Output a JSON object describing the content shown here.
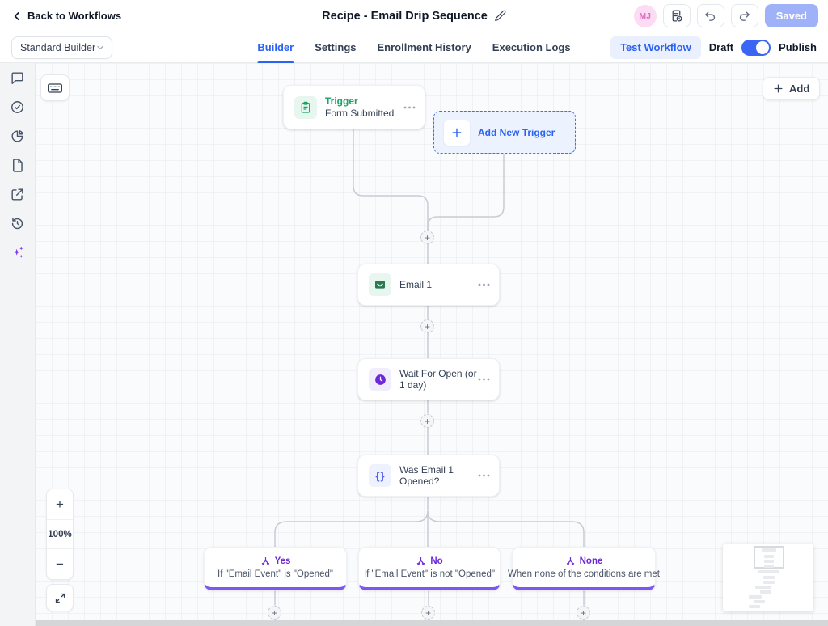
{
  "header": {
    "back_label": "Back to Workflows",
    "title": "Recipe - Email Drip Sequence",
    "avatar_initials": "MJ",
    "saved_label": "Saved"
  },
  "toolbar": {
    "builder_select_value": "Standard Builder",
    "tabs": [
      {
        "label": "Builder",
        "active": true
      },
      {
        "label": "Settings",
        "active": false
      },
      {
        "label": "Enrollment History",
        "active": false
      },
      {
        "label": "Execution Logs",
        "active": false
      }
    ],
    "test_workflow_label": "Test Workflow",
    "draft_label": "Draft",
    "publish_label": "Publish",
    "toggle_state": "on"
  },
  "canvas": {
    "add_button_label": "Add",
    "zoom_level": "100%",
    "zoom_in_label": "+",
    "zoom_out_label": "−",
    "nodes": {
      "trigger": {
        "category": "Trigger",
        "title": "Form Submitted"
      },
      "add_new_trigger_label": "Add New Trigger",
      "email": {
        "title": "Email 1"
      },
      "wait": {
        "title": "Wait For Open (or 1 day)"
      },
      "condition": {
        "title": "Was Email 1 Opened?"
      },
      "branches": [
        {
          "label": "Yes",
          "description": "If \"Email Event\" is \"Opened\""
        },
        {
          "label": "No",
          "description": "If \"Email Event\" is not \"Opened\""
        },
        {
          "label": "None",
          "description": "When none of the conditions are met"
        }
      ]
    }
  },
  "colors": {
    "accent_blue": "#2a62f2",
    "purple": "#7c3aed",
    "green": "#1aa564",
    "saved_button_bg": "#9fb2f8",
    "avatar_bg": "#fbdcf2",
    "avatar_text": "#e06fc3",
    "connector": "#c7ccd3"
  }
}
